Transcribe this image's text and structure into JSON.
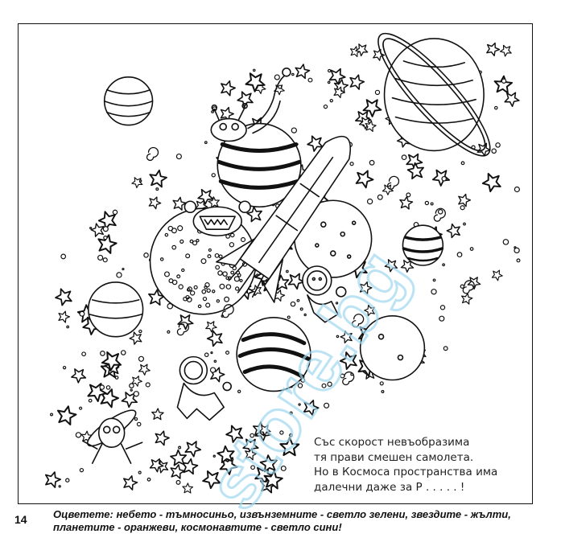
{
  "poem": {
    "lines": [
      "Със скорост невъобразима",
      "тя прави смешен самолета.",
      "Но в Космоса пространства има",
      "далечни даже за  Р  .  .  .  .  .  !"
    ]
  },
  "instructions": {
    "lines": [
      "Оцветете: небето - тъмносиньо, извънземните - светло зелени, звездите - жълти,",
      "планетите - оранжеви, космонавтите - светло сини!"
    ]
  },
  "page_number": "14",
  "watermark": {
    "text": "store.bg",
    "color": "#9fd8ee"
  }
}
